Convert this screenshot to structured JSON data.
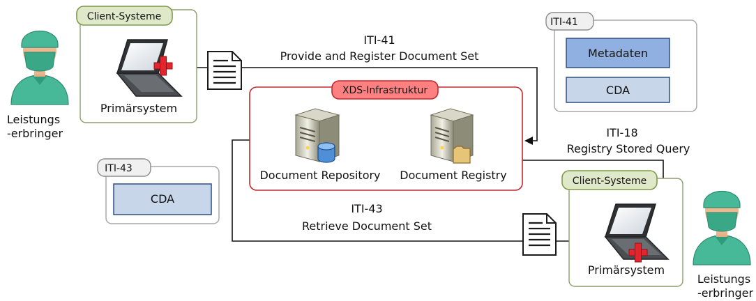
{
  "actors": {
    "left": {
      "label_line1": "Leistungs",
      "label_line2": "-erbringer"
    },
    "right": {
      "label_line1": "Leistungs",
      "label_line2": "-erbringer"
    }
  },
  "client_systems": {
    "top_left": {
      "tab": "Client-Systeme",
      "label": "Primärsystem"
    },
    "bottom_right": {
      "tab": "Client-Systeme",
      "label": "Primärsystem"
    }
  },
  "infrastructure": {
    "tab": "XDS-Infrastruktur",
    "repository_label": "Document Repository",
    "registry_label": "Document Registry"
  },
  "messages": {
    "iti41": {
      "code": "ITI-41",
      "title": "Provide and Register Document Set"
    },
    "iti18": {
      "code": "ITI-18",
      "title": "Registry Stored Query"
    },
    "iti43": {
      "code": "ITI-43",
      "title": "Retrieve Document Set"
    }
  },
  "payload_boxes": {
    "iti41": {
      "tab": "ITI-41",
      "metadata": "Metadaten",
      "cda": "CDA"
    },
    "iti43": {
      "tab": "ITI-43",
      "cda": "CDA"
    }
  },
  "colors": {
    "client_tab_fill": "#dfe8c8",
    "client_tab_stroke": "#7f9a4a",
    "infra_tab_fill": "#ff8080",
    "infra_stroke": "#c0282e",
    "metadata_fill": "#8fb0e0",
    "cda_fill": "#c8d6ea",
    "payload_tab_fill": "#f0f0f0",
    "scrubs": "#48b998"
  }
}
